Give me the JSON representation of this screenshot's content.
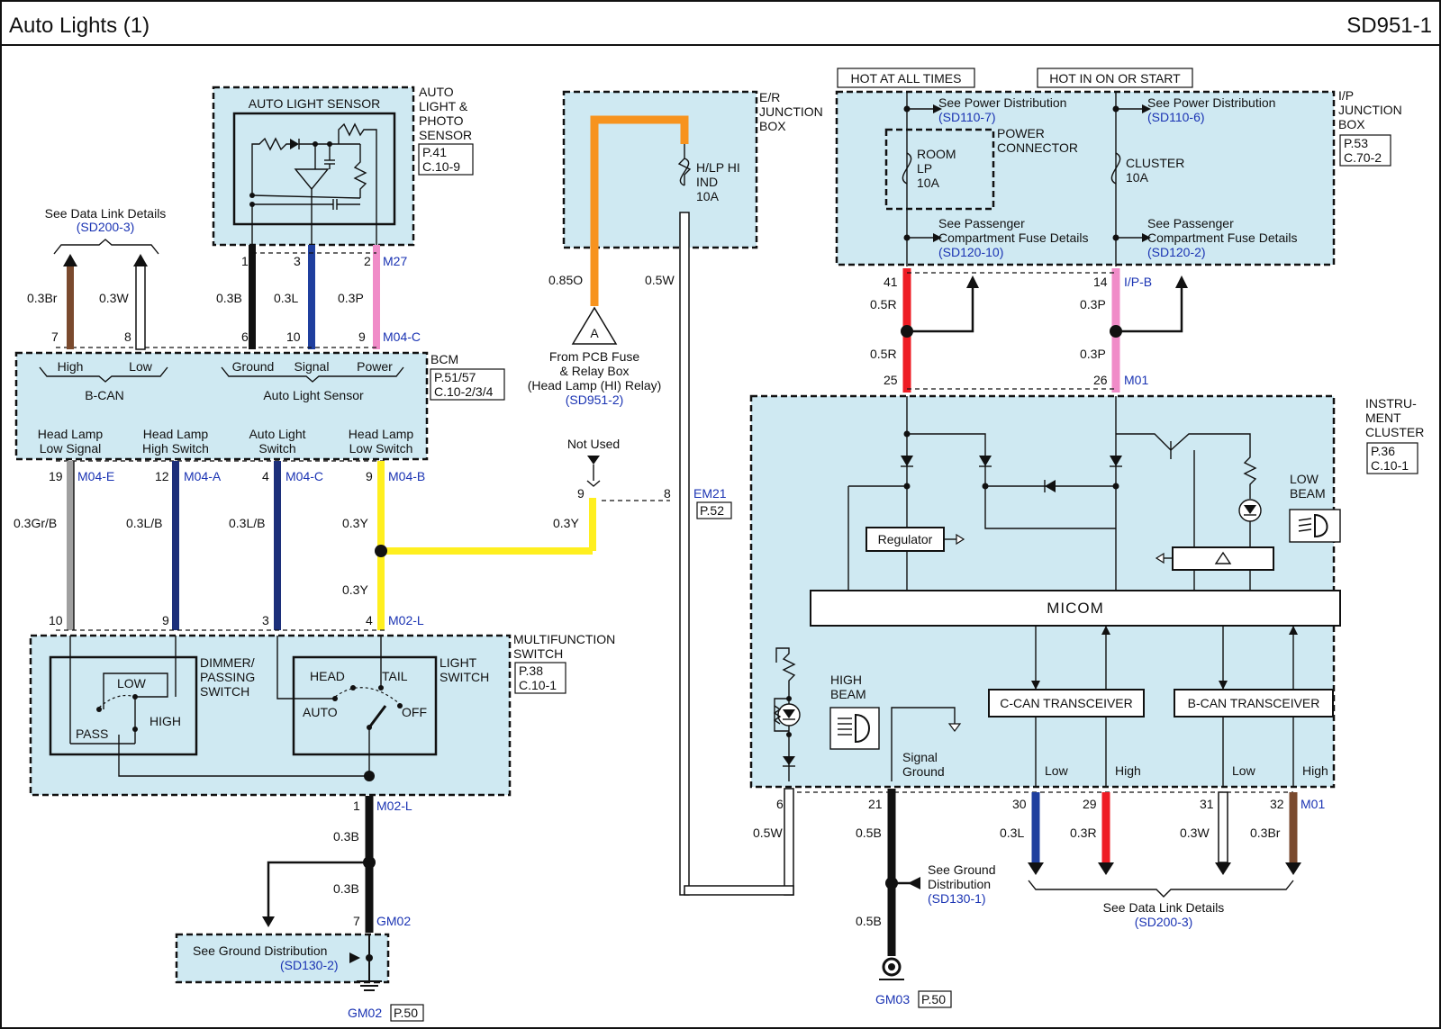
{
  "header": {
    "title": "Auto Lights (1)",
    "code": "SD951-1"
  },
  "labels": {
    "auto_light_sensor": "AUTO LIGHT SENSOR",
    "auto_light_photo_sensor": [
      "AUTO",
      "LIGHT &",
      "PHOTO",
      "SENSOR"
    ],
    "sensor_ref": [
      "P.41",
      "C.10-9"
    ],
    "er_junction": [
      "E/R",
      "JUNCTION",
      "BOX"
    ],
    "hlp_fuse": [
      "H/LP HI",
      "IND",
      "10A"
    ],
    "hot_all_times": "HOT AT ALL TIMES",
    "hot_in_on": "HOT IN ON OR START",
    "ip_junction": [
      "I/P",
      "JUNCTION",
      "BOX"
    ],
    "ip_ref": [
      "P.53",
      "C.70-2"
    ],
    "see_power_dist": "See Power Distribution",
    "sd110_7": "(SD110-7)",
    "sd110_6": "(SD110-6)",
    "power_connector": [
      "POWER",
      "CONNECTOR"
    ],
    "room_lp": [
      "ROOM",
      "LP",
      "10A"
    ],
    "cluster_fuse": [
      "CLUSTER",
      "10A"
    ],
    "see_passenger": [
      "See Passenger",
      "Compartment Fuse Details"
    ],
    "sd120_10": "(SD120-10)",
    "sd120_2": "(SD120-2)",
    "see_data_link": "See Data Link Details",
    "sd200_3": "(SD200-3)",
    "bcm": "BCM",
    "bcm_ref": [
      "P.51/57",
      "C.10-2/3/4"
    ],
    "bcan_high": "High",
    "bcan_low": "Low",
    "bcan": "B-CAN",
    "als_ground": "Ground",
    "als_signal": "Signal",
    "als_power": "Power",
    "als_group": "Auto Light Sensor",
    "hl_low_signal": [
      "Head Lamp",
      "Low Signal"
    ],
    "hl_high_switch": [
      "Head Lamp",
      "High Switch"
    ],
    "auto_light_switch": [
      "Auto Light",
      "Switch"
    ],
    "hl_low_switch": [
      "Head Lamp",
      "Low Switch"
    ],
    "from_pcb": [
      "From PCB Fuse",
      "& Relay Box",
      "(Head Lamp (HI) Relay)"
    ],
    "sd951_2": "(SD951-2)",
    "not_used": "Not Used",
    "em21": "EM21",
    "p52": "P.52",
    "instrument_cluster": [
      "INSTRU-",
      "MENT",
      "CLUSTER"
    ],
    "ic_ref": [
      "P.36",
      "C.10-1"
    ],
    "low_beam": [
      "LOW",
      "BEAM"
    ],
    "high_beam": [
      "HIGH",
      "BEAM"
    ],
    "regulator": "Regulator",
    "micom": "MICOM",
    "ccan": "C-CAN TRANSCEIVER",
    "bcan_tr": "B-CAN TRANSCEIVER",
    "signal_ground": [
      "Signal",
      "Ground"
    ],
    "ic_low": "Low",
    "ic_high": "High",
    "multifunction": [
      "MULTIFUNCTION",
      "SWITCH"
    ],
    "mf_ref": [
      "P.38",
      "C.10-1"
    ],
    "dimmer": [
      "DIMMER/",
      "PASSING",
      "SWITCH"
    ],
    "light_switch": [
      "LIGHT",
      "SWITCH"
    ],
    "sw_low": "LOW",
    "sw_pass": "PASS",
    "sw_high": "HIGH",
    "sw_head": "HEAD",
    "sw_tail": "TAIL",
    "sw_auto": "AUTO",
    "sw_off": "OFF",
    "see_ground_dist": "See Ground Distribution",
    "sd130_2": "(SD130-2)",
    "see_ground": [
      "See Ground",
      "Distribution"
    ],
    "sd130_1": "(SD130-1)",
    "gm02": "GM02",
    "p50": "P.50",
    "gm03": "GM03",
    "gm03_ref": "P.50",
    "triangle_a": "A"
  },
  "connectors": {
    "m27": "M27",
    "m04c": "M04-C",
    "m04e": "M04-E",
    "m04a": "M04-A",
    "m04c2": "M04-C",
    "m04b": "M04-B",
    "m02l": "M02-L",
    "m02l2": "M02-L",
    "gm02": "GM02",
    "em21": "EM21",
    "ipb": "I/P-B",
    "m01": "M01",
    "m01b": "M01"
  },
  "pins": {
    "s1": "1",
    "s3": "3",
    "s2": "2",
    "b7": "7",
    "b8": "8",
    "b6": "6",
    "b10": "10",
    "b9": "9",
    "b19": "19",
    "b12": "12",
    "b4": "4",
    "b9b": "9",
    "m10": "10",
    "m9": "9",
    "m3": "3",
    "m4": "4",
    "mf1": "1",
    "g7": "7",
    "e9": "9",
    "e8": "8",
    "ip41": "41",
    "ip14": "14",
    "ic25": "25",
    "ic26": "26",
    "ic6": "6",
    "ic21": "21",
    "ic30": "30",
    "ic29": "29",
    "ic31": "31",
    "ic32": "32"
  },
  "wires": {
    "w_03br": "0.3Br",
    "w_03w": "0.3W",
    "w_03b": "0.3B",
    "w_03l": "0.3L",
    "w_03p": "0.3P",
    "w_085o": "0.85O",
    "w_05w": "0.5W",
    "w_03grb": "0.3Gr/B",
    "w_03lb": "0.3L/B",
    "w_03lb2": "0.3L/B",
    "w_03y": "0.3Y",
    "w_03y2": "0.3Y",
    "w_03y3": "0.3Y",
    "w_03b_mf": "0.3B",
    "w_03b_mf2": "0.3B",
    "w_05r": "0.5R",
    "w_05r2": "0.5R",
    "w_03p_ip": "0.3P",
    "w_03p_ip2": "0.3P",
    "w_05w_ic": "0.5W",
    "w_05b": "0.5B",
    "w_05b2": "0.5B",
    "w_03l_ic": "0.3L",
    "w_03r": "0.3R",
    "w_03w_ic": "0.3W",
    "w_03br_ic": "0.3Br"
  },
  "colors": {
    "box_fill": "#cfe9f2",
    "text_blue": "#1a33b3",
    "brown": "#7a4a2e",
    "black": "#111111",
    "blue": "#1f3f9e",
    "navy": "#1c2f7a",
    "pink": "#f08cc8",
    "orange": "#f7931e",
    "red": "#ee1c24",
    "yellow": "#ffef1f",
    "grey": "#a0a0a0"
  }
}
